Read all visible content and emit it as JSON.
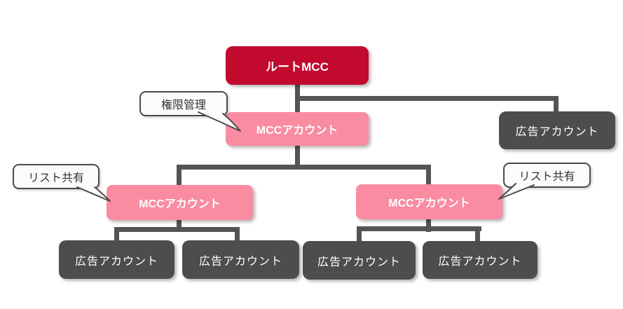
{
  "diagram": {
    "type": "org-hierarchy",
    "nodes": {
      "root": {
        "label": "ルートMCC"
      },
      "mcc_l2": {
        "label": "MCCアカウント"
      },
      "ad_top": {
        "label": "広告アカウント"
      },
      "mcc_l3_left": {
        "label": "MCCアカウント"
      },
      "mcc_l3_right": {
        "label": "MCCアカウント"
      },
      "ad1": {
        "label": "広告アカウント"
      },
      "ad2": {
        "label": "広告アカウント"
      },
      "ad3": {
        "label": "広告アカウント"
      },
      "ad4": {
        "label": "広告アカウント"
      }
    },
    "callouts": {
      "permission": {
        "label": "権限管理",
        "points_to": "mcc_l2"
      },
      "list_share_left": {
        "label": "リスト共有",
        "points_to": "mcc_l3_left"
      },
      "list_share_right": {
        "label": "リスト共有",
        "points_to": "mcc_l3_right"
      }
    },
    "colors": {
      "root_node": "#C10A2E",
      "mcc_node": "#F98CA1",
      "ad_node": "#4E4C4D",
      "connector": "#565354",
      "node_text": "#FFFFFF",
      "callout_bg": "#FBFBFB",
      "callout_border": "#4A4A4A",
      "callout_text": "#333333",
      "background": "#FFFFFF"
    }
  }
}
